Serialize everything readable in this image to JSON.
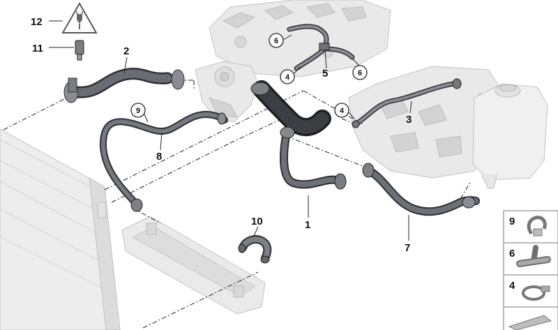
{
  "callouts": {
    "c1": "1",
    "c2": "2",
    "c3": "3",
    "c4a": "4",
    "c4b": "4",
    "c5": "5",
    "c6a": "6",
    "c6b": "6",
    "c7": "7",
    "c8": "8",
    "c9": "9",
    "c10": "10",
    "c11": "11",
    "c12": "12"
  },
  "legend": {
    "items": [
      {
        "label": "9",
        "icon": "clip-icon"
      },
      {
        "label": "6",
        "icon": "t-connector-icon"
      },
      {
        "label": "4",
        "icon": "hose-clamp-icon"
      }
    ]
  },
  "colors": {
    "hose": "#5f6168",
    "hose_dark": "#2e3035",
    "engine": "#e9e9e9"
  }
}
